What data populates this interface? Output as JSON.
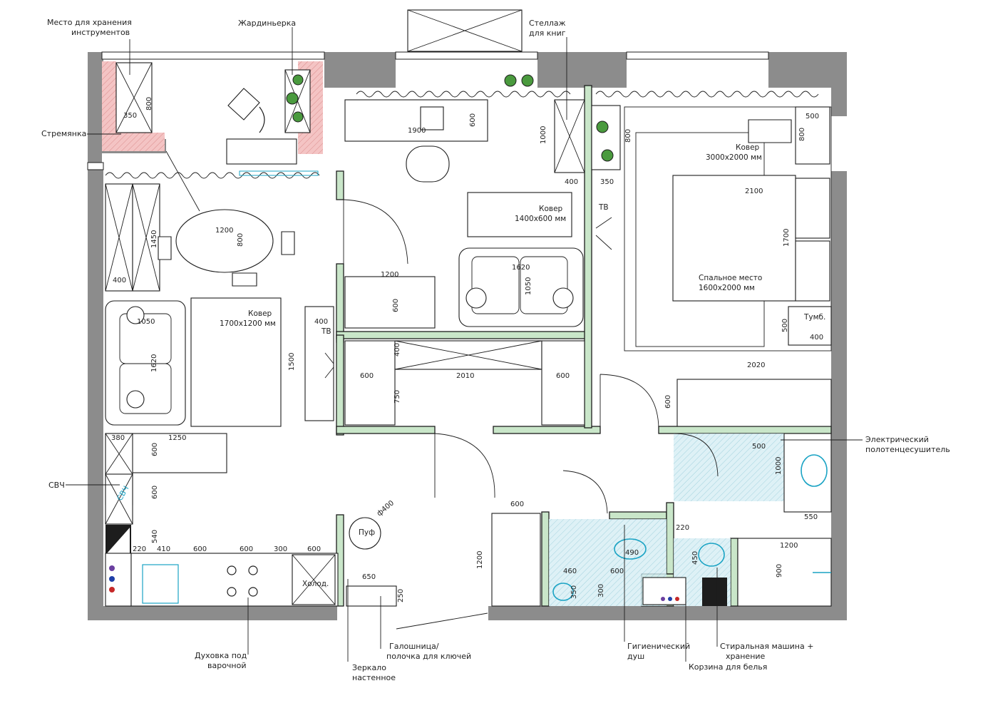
{
  "colors": {
    "wall_fill": "#8c8c8c",
    "partition_fill": "#c9e6c9",
    "storage_hatch": "#f4c4c4",
    "bath_hatch": "#bfe3ec",
    "fixture_line": "#1aa3c4"
  },
  "annotations": {
    "tools_storage_line1": "Место для хранения",
    "tools_storage_line2": "инструментов",
    "planter": "Жардиньерка",
    "bookshelf_line1": "Стеллаж",
    "bookshelf_line2": "для книг",
    "ladder": "Стремянка",
    "microwave": "СВЧ",
    "towel_dryer_line1": "Электрический",
    "towel_dryer_line2": "полотенцесушитель",
    "oven_line1": "Духовка под",
    "oven_line2": "варочной",
    "mirror_line1": "Зеркало",
    "mirror_line2": "настенное",
    "shoe_rack_line1": "Галошница/",
    "shoe_rack_line2": "полочка для ключей",
    "hygienic_shower_line1": "Гигиенический",
    "hygienic_shower_line2": "душ",
    "laundry_basket": "Корзина для белья",
    "washer_line1": "Стиральная машина +",
    "washer_line2": "хранение"
  },
  "labels": {
    "rug_bedroom_1": "Ковер",
    "rug_bedroom_2": "3000х2000 мм",
    "rug_living_1": "Ковер",
    "rug_living_2": "1400х600 мм",
    "rug_kitchen_1": "Ковер",
    "rug_kitchen_2": "1700х1200 мм",
    "bed_1": "Спальное место",
    "bed_2": "1600х2000 мм",
    "tv_1": "ТВ",
    "tv_2": "ТВ",
    "nightstand": "Тумб.",
    "pouf": "Пуф",
    "fridge": "Холод.",
    "microwave_tag": "СВЧ"
  },
  "dimensions": {
    "d800_store": "800",
    "d350_store": "350",
    "d1900": "1900",
    "d600_desk": "600",
    "d1000_shelf": "1000",
    "d400_shelf": "400",
    "d350_planter": "350",
    "d800_planter": "800",
    "d500_bed": "500",
    "d800_bed": "800",
    "d2100": "2100",
    "d1700": "1700",
    "d1200_table": "1200",
    "d800_table": "800",
    "d1450": "1450",
    "d400_sofa": "400",
    "d1200_wardrobe": "1200",
    "d600_wardrobe": "600",
    "d1620_sofa2": "1620",
    "d1050_sofa2": "1050",
    "d400_tv": "400",
    "d1500": "1500",
    "d1050_sofa": "1050",
    "d1620_sofa": "1620",
    "d400_closet": "400",
    "d600_closet_l": "600",
    "d2010": "2010",
    "d600_closet_r": "600",
    "d750": "750",
    "d500_nightstand": "500",
    "d400_nightstand": "400",
    "d2020": "2020",
    "d600_bedroom_wr": "600",
    "d380": "380",
    "d1250": "1250",
    "d600_k1": "600",
    "d600_k2": "600",
    "d540": "540",
    "d220_k": "220",
    "d410": "410",
    "d600_k3": "600",
    "d600_k4": "600",
    "d300_k": "300",
    "d600_k5": "600",
    "d650": "650",
    "d250": "250",
    "d_pouf": "ф400",
    "d600_hall": "600",
    "d1200_hall": "1200",
    "d500_towel": "500",
    "d1000_sink": "1000",
    "d550": "550",
    "d490": "490",
    "d220_bath": "220",
    "d450": "450",
    "d460": "460",
    "d600_bath": "600",
    "d300_bath": "300",
    "d350_bath": "350",
    "d1200_tub": "1200",
    "d900": "900"
  }
}
